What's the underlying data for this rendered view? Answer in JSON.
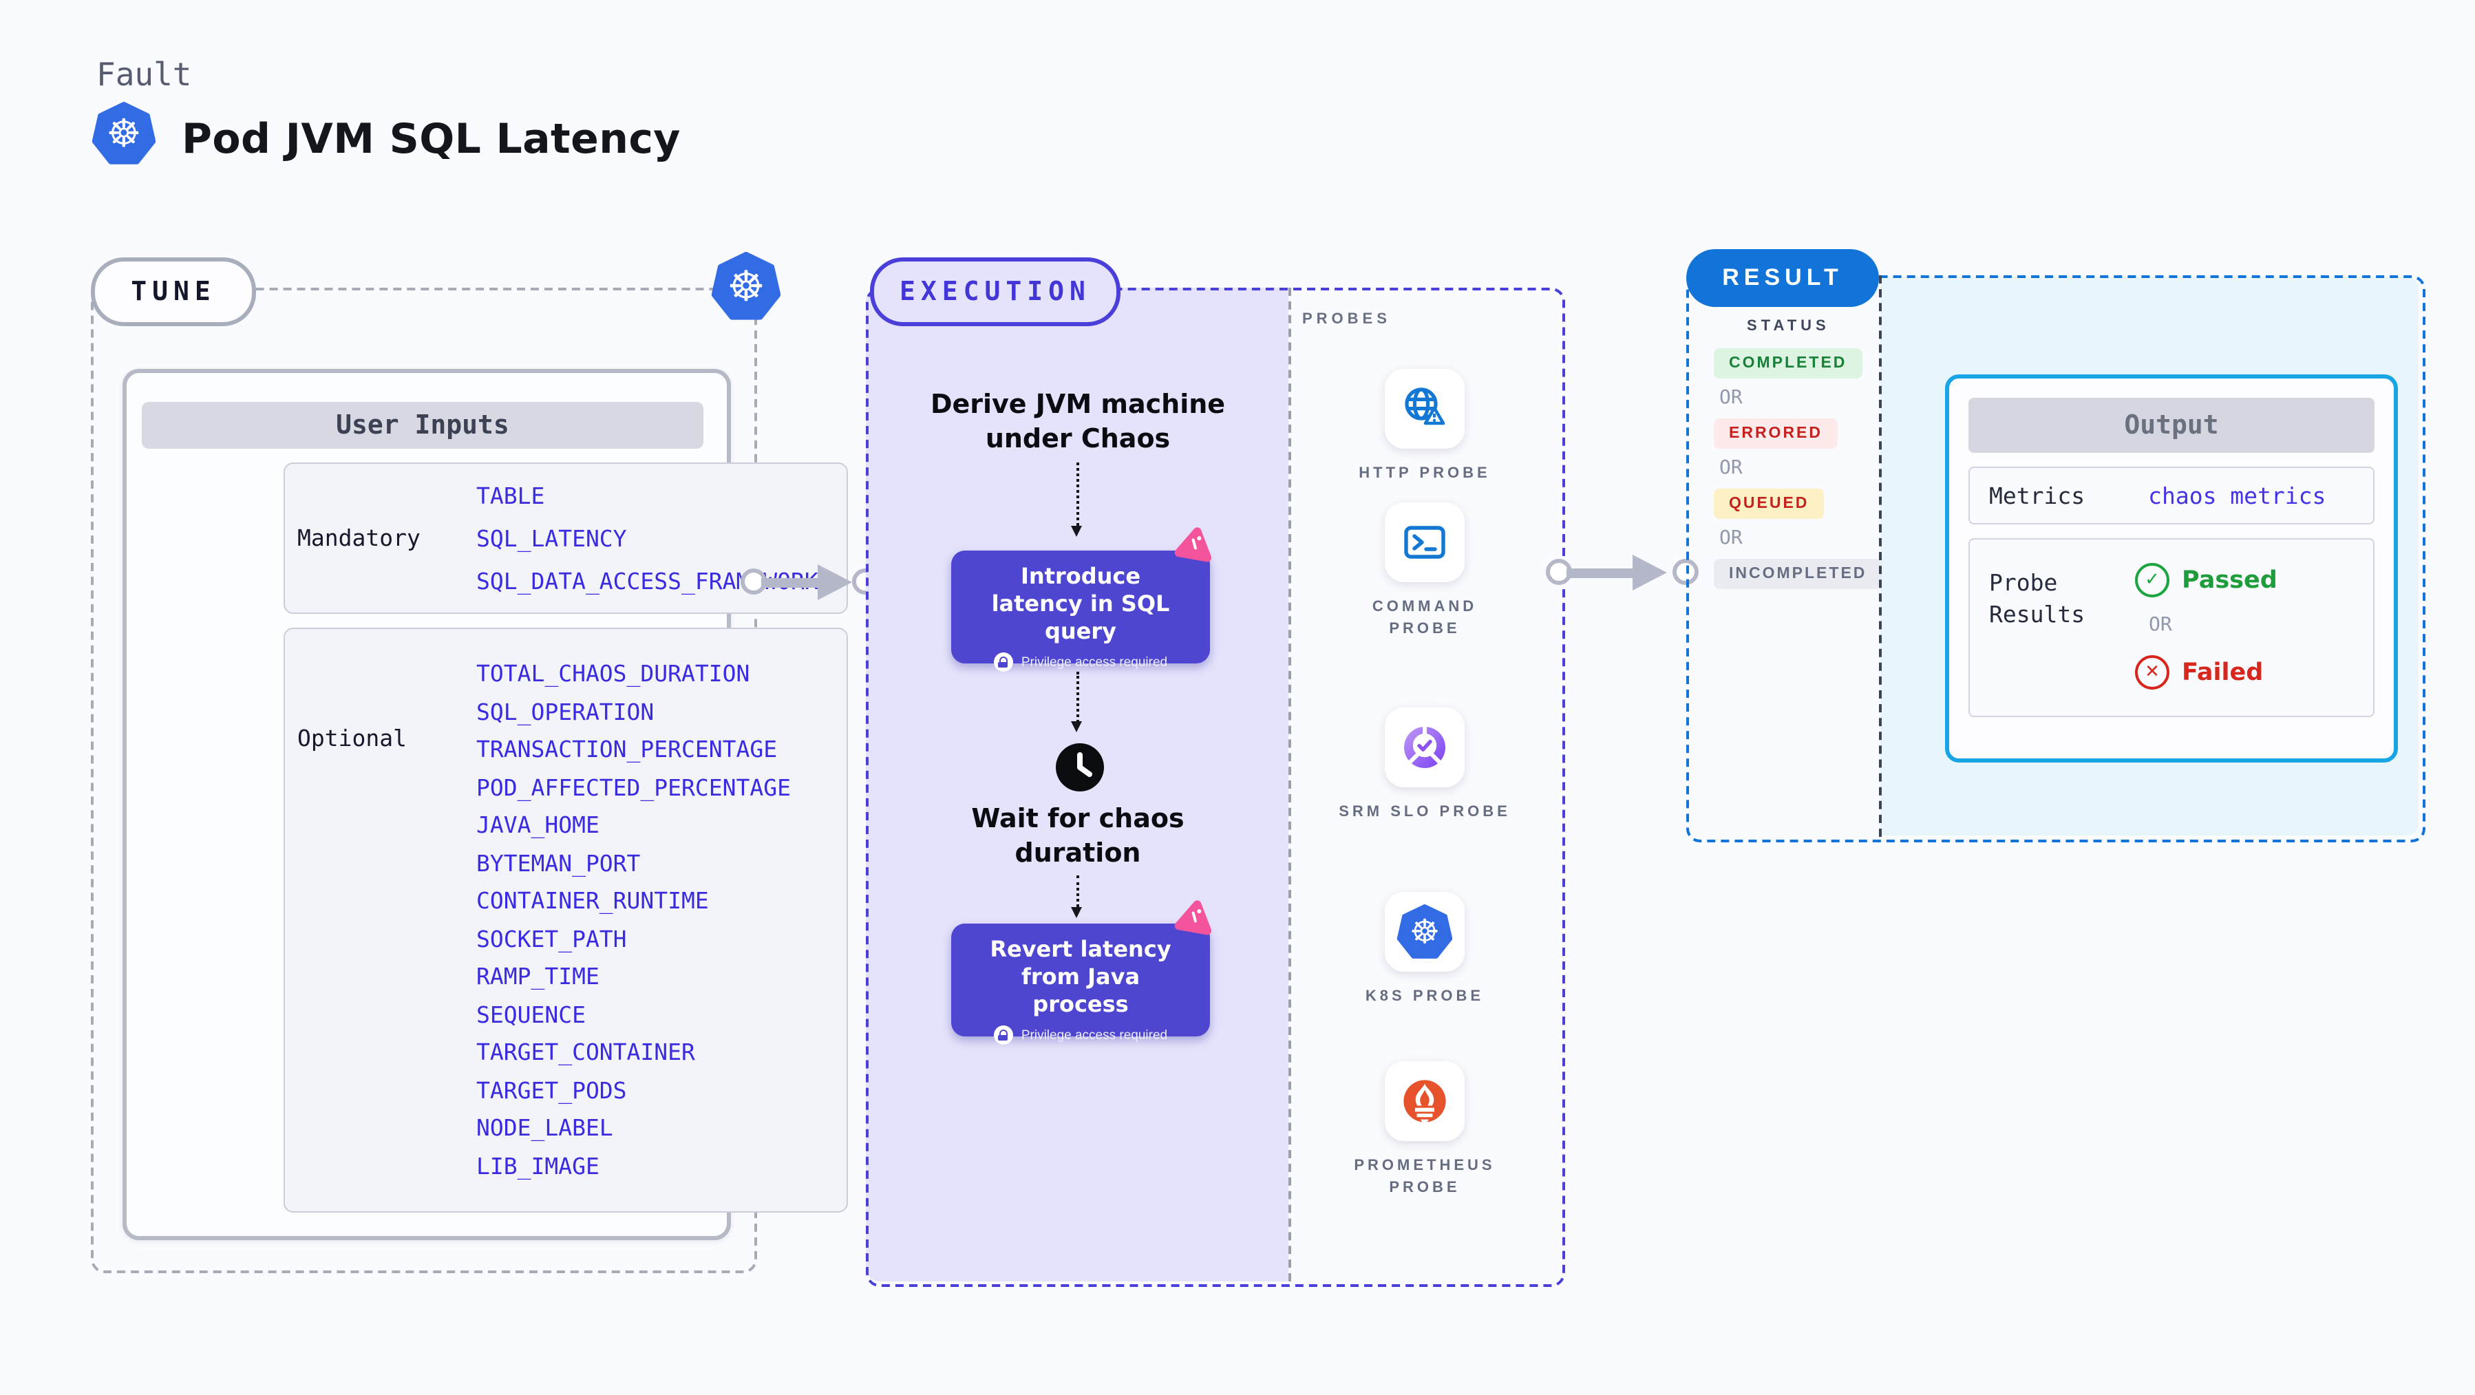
{
  "header": {
    "eyebrow": "Fault",
    "title": "Pod JVM SQL Latency",
    "logo": "kubernetes-icon"
  },
  "tune": {
    "label": "TUNE",
    "table_title": "User Inputs",
    "groups": [
      {
        "label": "Mandatory",
        "items": [
          "TABLE",
          "SQL_LATENCY",
          "SQL_DATA_ACCESS_FRAMEWORK"
        ]
      },
      {
        "label": "Optional",
        "items": [
          "TOTAL_CHAOS_DURATION",
          "SQL_OPERATION",
          "TRANSACTION_PERCENTAGE",
          "POD_AFFECTED_PERCENTAGE",
          "JAVA_HOME",
          "BYTEMAN_PORT",
          "CONTAINER_RUNTIME",
          "SOCKET_PATH",
          "RAMP_TIME",
          "SEQUENCE",
          "TARGET_CONTAINER",
          "TARGET_PODS",
          "NODE_LABEL",
          "LIB_IMAGE"
        ]
      }
    ]
  },
  "execution": {
    "label": "EXECUTION",
    "steps": {
      "derive": "Derive JVM machine under Chaos",
      "introduce": "Introduce latency in SQL query",
      "privilege": "Privilege access required",
      "wait": "Wait for chaos duration",
      "revert": "Revert latency from Java process"
    }
  },
  "probes": {
    "label": "PROBES",
    "items": [
      {
        "name": "HTTP PROBE",
        "icon": "globe-alert-icon"
      },
      {
        "name": "COMMAND PROBE",
        "icon": "terminal-icon"
      },
      {
        "name": "SRM SLO PROBE",
        "icon": "slo-donut-icon"
      },
      {
        "name": "K8S PROBE",
        "icon": "kubernetes-icon"
      },
      {
        "name": "PROMETHEUS PROBE",
        "icon": "prometheus-flame-icon"
      }
    ]
  },
  "result": {
    "label": "RESULT",
    "status_title": "STATUS",
    "or_label": "OR",
    "statuses": [
      {
        "label": "COMPLETED",
        "fg": "#188038",
        "bg": "#def4e3"
      },
      {
        "label": "ERRORED",
        "fg": "#c5221f",
        "bg": "#fdeaea"
      },
      {
        "label": "QUEUED",
        "fg": "#c5221f",
        "bg": "#fcf0c5"
      },
      {
        "label": "INCOMPLETED",
        "fg": "#686e82",
        "bg": "#ebecf2"
      }
    ],
    "output": {
      "title": "Output",
      "metrics_label": "Metrics",
      "metrics_value": "chaos metrics",
      "probe_results_label": "Probe Results",
      "passed": "Passed",
      "failed": "Failed"
    }
  },
  "colors": {
    "accent_indigo": "#4a3fd8",
    "exec_fill": "#e5e3fb",
    "block_purple": "#4e46d0",
    "pink_badge": "#f3549c",
    "var_blue": "#3a2be0",
    "result_blue": "#1273d8",
    "output_border": "#17a5e6",
    "result_fill": "#e8f6fc",
    "k8s_blue": "#326ce5",
    "probe_icon_blue": "#1377d4",
    "prometheus_orange": "#e6522c",
    "passed_green": "#1f9d3c",
    "failed_red": "#d7271d"
  }
}
